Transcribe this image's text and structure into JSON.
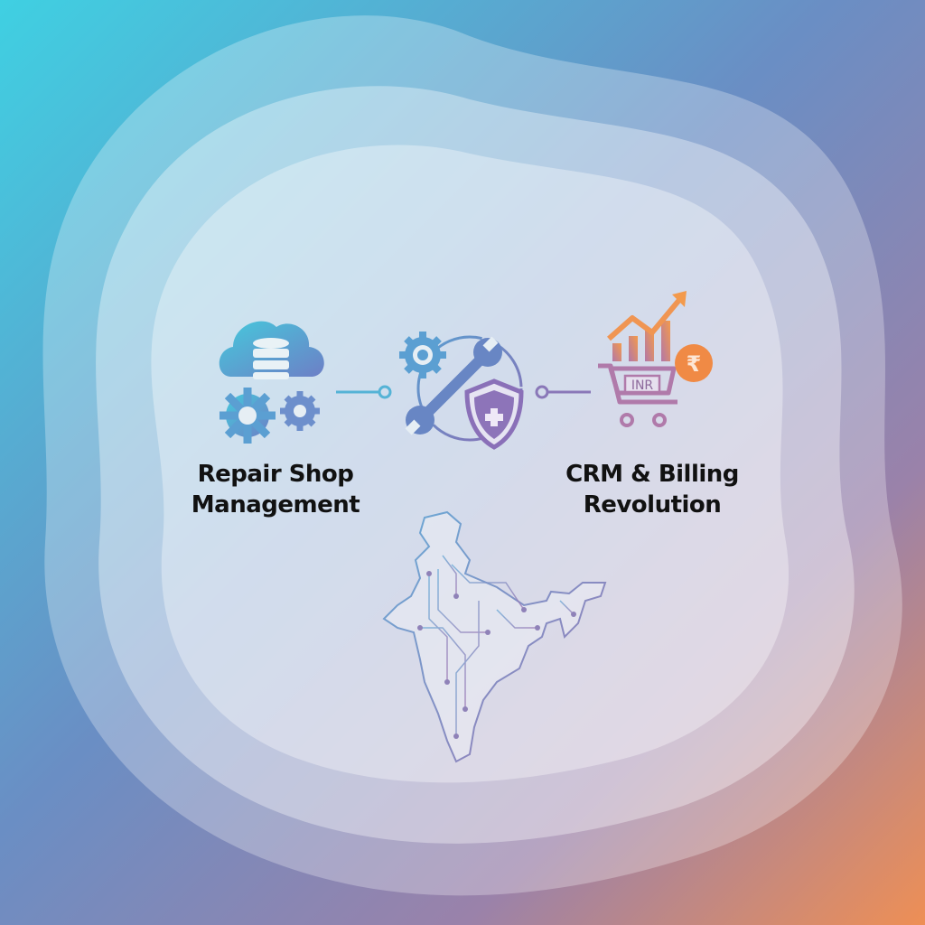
{
  "left_group": {
    "label_line1": "Repair Shop",
    "label_line2": "Management",
    "icon": "cloud-database-gears-icon"
  },
  "center_group": {
    "icon": "gear-wrench-shield-icon"
  },
  "right_group": {
    "label_line1": "CRM & Billing",
    "label_line2": "Revolution",
    "cart_text": "INR",
    "currency_symbol": "₹",
    "icon": "cart-growth-chart-icon"
  },
  "map": {
    "icon": "india-circuit-map-icon"
  },
  "colors": {
    "teal": "#45c9dc",
    "blue": "#5b8fc9",
    "purple": "#8a6fb5",
    "orange": "#ee8b4f"
  }
}
